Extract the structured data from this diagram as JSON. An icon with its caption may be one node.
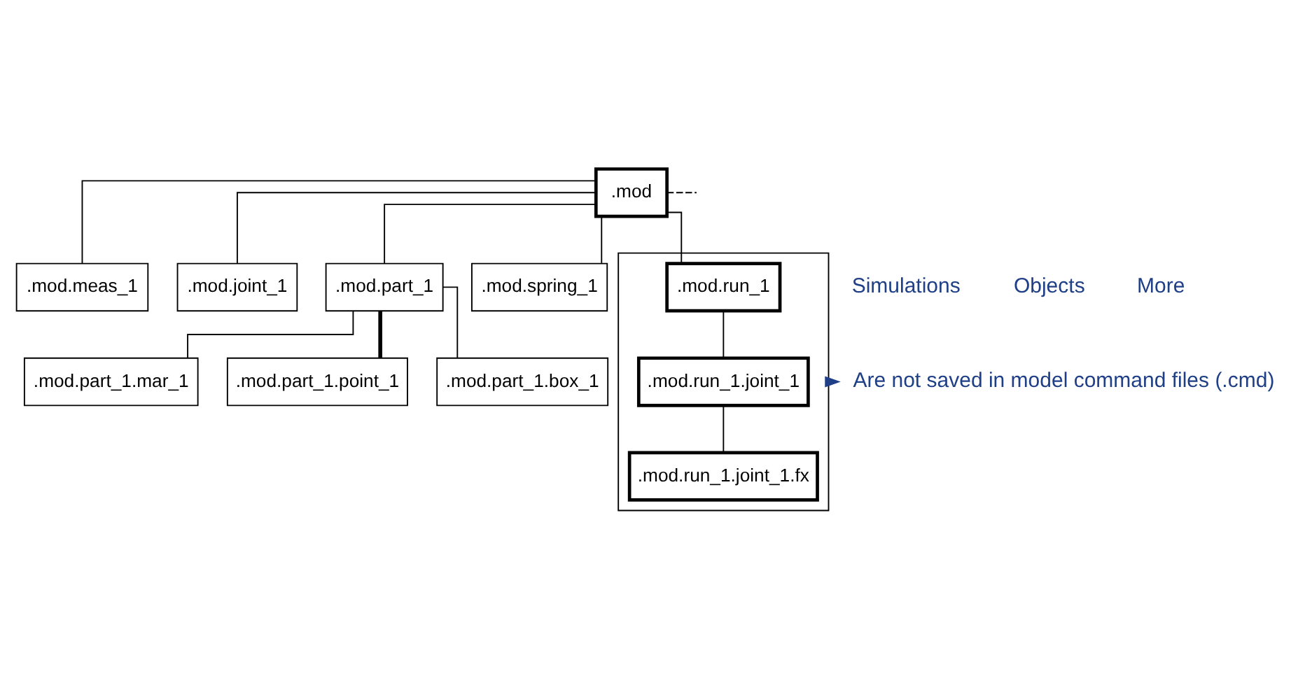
{
  "diagram": {
    "nodes": [
      {
        "text": [
          ".mod"
        ]
      },
      {
        "text": [
          ".mod.meas_1"
        ]
      },
      {
        "text": [
          ".mod.joint_1"
        ]
      },
      {
        "text": [
          ".mod.part_1"
        ]
      },
      {
        "text": [
          ".mod.spring_1"
        ]
      },
      {
        "text": [],
        "shape": "box"
      },
      {
        "text": [
          ".mod.run_1"
        ],
        "in": 5
      },
      {
        "text": [
          ".mod.run_1.joint_1"
        ],
        "in": 5
      },
      {
        "text": [
          ".mod.run_1.joint_1.fx"
        ],
        "in": 5
      },
      {
        "text": [
          ".mod.part_1.mar_1"
        ]
      },
      {
        "text": [
          ".mod.part_1.point_1"
        ]
      },
      {
        "text": [
          ".mod.part_1.box_1"
        ]
      },
      {
        "text": [
          "Are not saved in model command files (.cmd)"
        ]
      }
    ],
    "edges": [
      {
        "from": 0,
        "to": 6,
        "arrow": "none"
      },
      {
        "from": 0,
        "to": 1,
        "arrow": "none"
      },
      {
        "from": 0,
        "to": 2,
        "arrow": "none"
      },
      {
        "from": 0,
        "to": 3,
        "arrow": "none"
      },
      {
        "from": 0,
        "to": 4,
        "arrow": "none"
      },
      {
        "from": 0,
        "to": null,
        "arrow": "none",
        "style": "dashed"
      },
      {
        "from": 6,
        "to": 7,
        "arrow": "none"
      },
      {
        "from": 7,
        "to": 8,
        "arrow": "none"
      },
      {
        "from": 3,
        "to": 9,
        "arrow": "none"
      },
      {
        "from": 3,
        "to": 10,
        "arrow": "none",
        "style": "thick"
      },
      {
        "from": 3,
        "to": 11,
        "arrow": "none"
      },
      {
        "from": 5,
        "to": 12,
        "arrow": "to",
        "color": "#1f3f87"
      }
    ],
    "labels": [
      "Simulations",
      "Objects",
      "More"
    ]
  }
}
